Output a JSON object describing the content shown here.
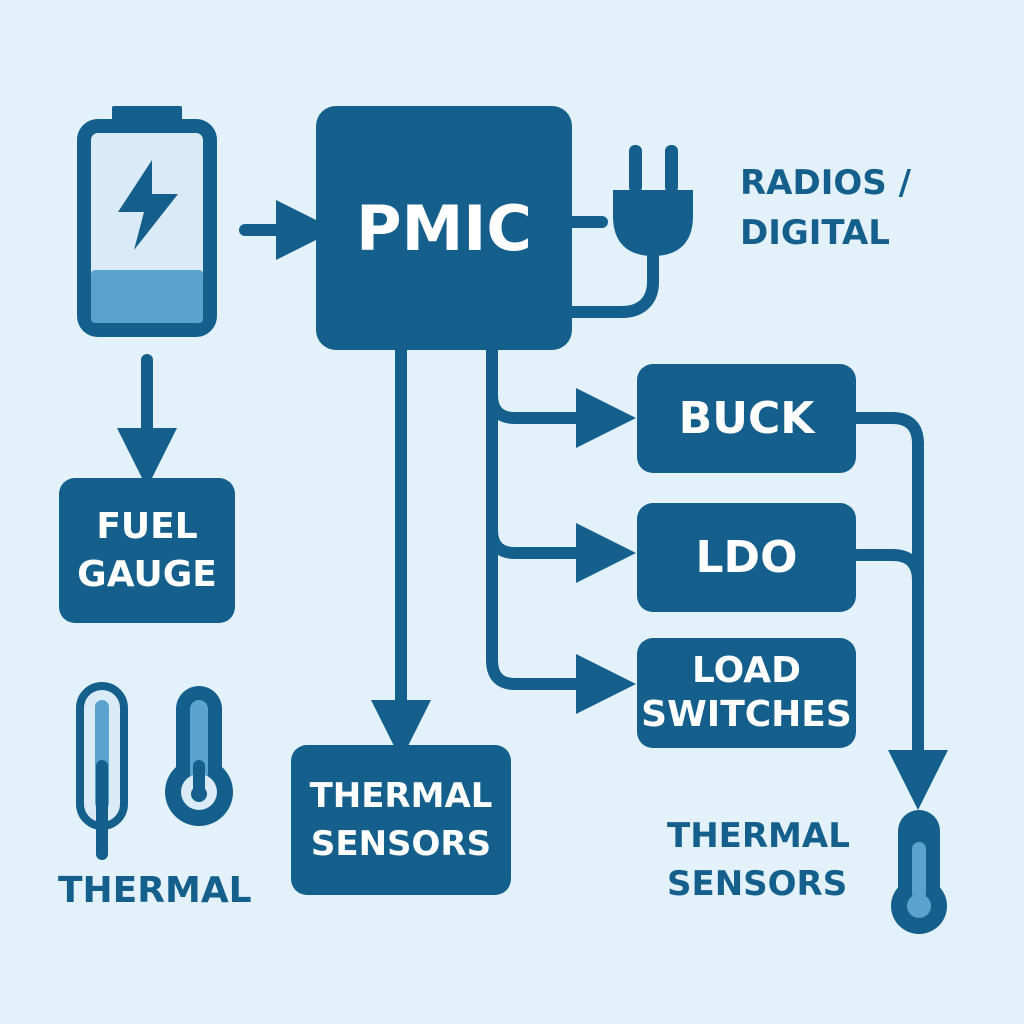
{
  "colors": {
    "background": "#e3f1fb",
    "primary": "#145f8c",
    "accent_light": "#5aa3cc",
    "text_on_box": "#ffffff"
  },
  "nodes": {
    "pmic": {
      "label": "PMIC"
    },
    "buck": {
      "label": "BUCK"
    },
    "ldo": {
      "label": "LDO"
    },
    "load_switches": {
      "line1": "LOAD",
      "line2": "SWITCHES"
    },
    "fuel_gauge": {
      "line1": "FUEL",
      "line2": "GAUGE"
    },
    "thermal_sensors_box": {
      "line1": "THERMAL",
      "line2": "SENSORS"
    }
  },
  "labels": {
    "radios_digital": {
      "line1": "RADIOS /",
      "line2": "DIGITAL"
    },
    "thermal": "THERMAL",
    "thermal_sensors_right": {
      "line1": "THERMAL",
      "line2": "SENSORS"
    }
  },
  "icons": [
    "battery-icon",
    "power-plug-icon",
    "thermometer-icon"
  ]
}
